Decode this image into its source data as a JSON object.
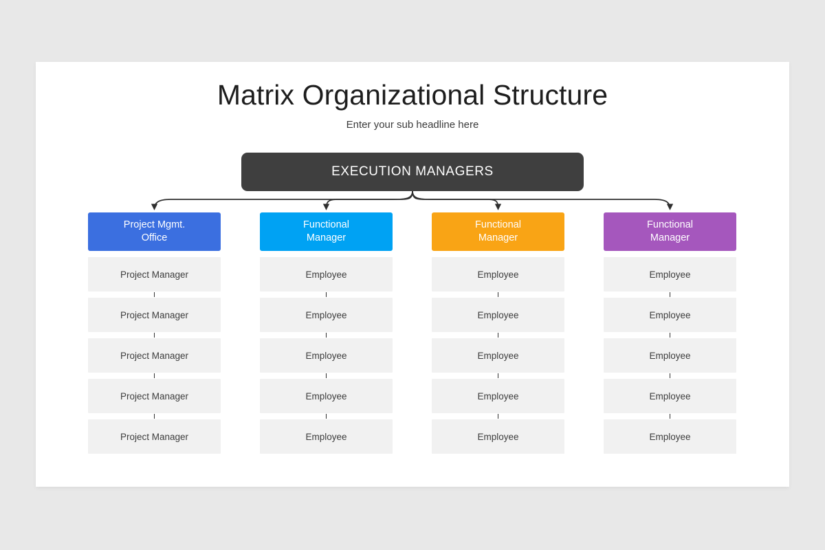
{
  "slide": {
    "title": "Matrix Organizational Structure",
    "subtitle": "Enter your sub headline here",
    "background_color": "#e8e8e8",
    "canvas_color": "#ffffff"
  },
  "root": {
    "label": "EXECUTION MANAGERS",
    "color": "#3f3f3f",
    "text_color": "#ffffff"
  },
  "columns": [
    {
      "header": "Project Mgmt.\nOffice",
      "header_line1": "Project Mgmt.",
      "header_line2": "Office",
      "color": "#3b6fe0",
      "rows": [
        "Project Manager",
        "Project Manager",
        "Project Manager",
        "Project Manager",
        "Project Manager"
      ]
    },
    {
      "header": "Functional\nManager",
      "header_line1": "Functional",
      "header_line2": "Manager",
      "color": "#00a2f3",
      "rows": [
        "Employee",
        "Employee",
        "Employee",
        "Employee",
        "Employee"
      ]
    },
    {
      "header": "Functional\nManager",
      "header_line1": "Functional",
      "header_line2": "Manager",
      "color": "#f9a415",
      "rows": [
        "Employee",
        "Employee",
        "Employee",
        "Employee",
        "Employee"
      ]
    },
    {
      "header": "Functional\nManager",
      "header_line1": "Functional",
      "header_line2": "Manager",
      "color": "#a557bd",
      "rows": [
        "Employee",
        "Employee",
        "Employee",
        "Employee",
        "Employee"
      ]
    }
  ],
  "connector": {
    "color": "#2f2f2f",
    "style": "curved-arrow"
  },
  "row_style": {
    "fill": "#f1f1f1",
    "text_color": "#3c3c3c"
  }
}
